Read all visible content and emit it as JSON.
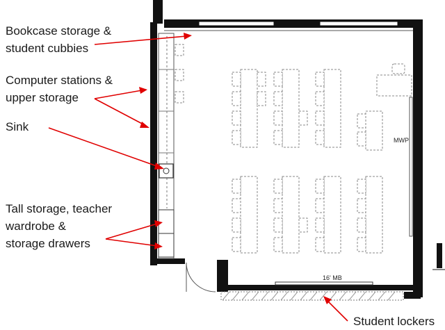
{
  "labels": {
    "bookcase": {
      "line1": "Bookcase storage &",
      "line2": "student cubbies"
    },
    "computer": {
      "line1": "Computer stations &",
      "line2": "upper storage"
    },
    "sink": {
      "line1": "Sink"
    },
    "tall_storage": {
      "line1": "Tall storage, teacher",
      "line2": "wardrobe &",
      "line3": "storage drawers"
    },
    "lockers": {
      "line1": "Student lockers"
    }
  },
  "plan_text": {
    "mwp": "MWP",
    "marker_board": "16' MB"
  },
  "colors": {
    "arrow": "#e00000",
    "wall": "#111111",
    "furniture_outline": "#8a8a8a"
  }
}
